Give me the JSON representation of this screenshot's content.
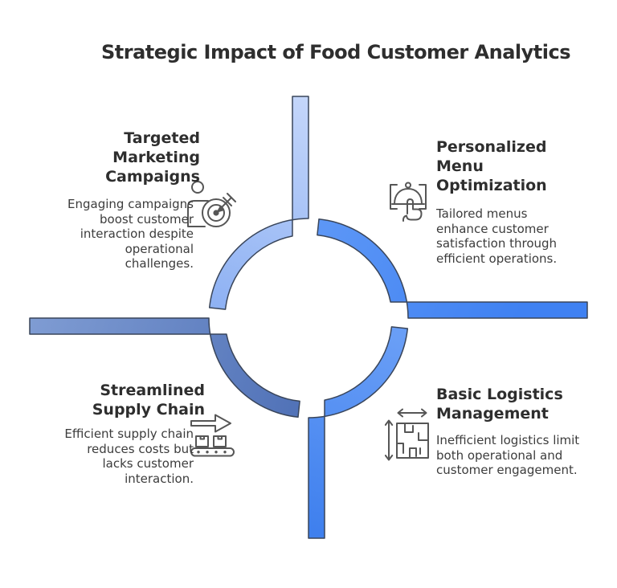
{
  "title": "Strategic Impact of Food Customer Analytics",
  "quadrants": {
    "top_left": {
      "title": "Targeted\nMarketing\nCampaigns",
      "description": "Engaging campaigns\nboost customer\ninteraction despite\noperational\nchallenges.",
      "icon": "person-dart-target-icon"
    },
    "top_right": {
      "title": "Personalized\nMenu\nOptimization",
      "description": "Tailored menus\nenhance customer\nsatisfaction through\nefficient operations.",
      "icon": "menu-cloche-hand-icon"
    },
    "bottom_left": {
      "title": "Streamlined\nSupply Chain",
      "description": "Efficient supply chain\nreduces costs but\nlacks customer\ninteraction.",
      "icon": "conveyor-boxes-arrow-icon"
    },
    "bottom_right": {
      "title": "Basic Logistics\nManagement",
      "description": "Inefficient logistics limit\nboth operational and\ncustomer engagement.",
      "icon": "warehouse-floorplan-icon"
    }
  },
  "colors": {
    "background": "#ffffff",
    "heading_text": "#2e2e2e",
    "body_text": "#3c3c3c",
    "segment_outline": "#39455a",
    "icon_stroke": "#565656",
    "segment_top_left": {
      "from": "#c4d6fa",
      "to": "#8cb0f3"
    },
    "segment_top_right": {
      "from": "#5d97f6",
      "to": "#3f81f2"
    },
    "segment_bottom_right": {
      "from": "#699ef6",
      "to": "#3f80ee"
    },
    "segment_bottom_left": {
      "from": "#7f9cd3",
      "to": "#5273b8"
    }
  }
}
